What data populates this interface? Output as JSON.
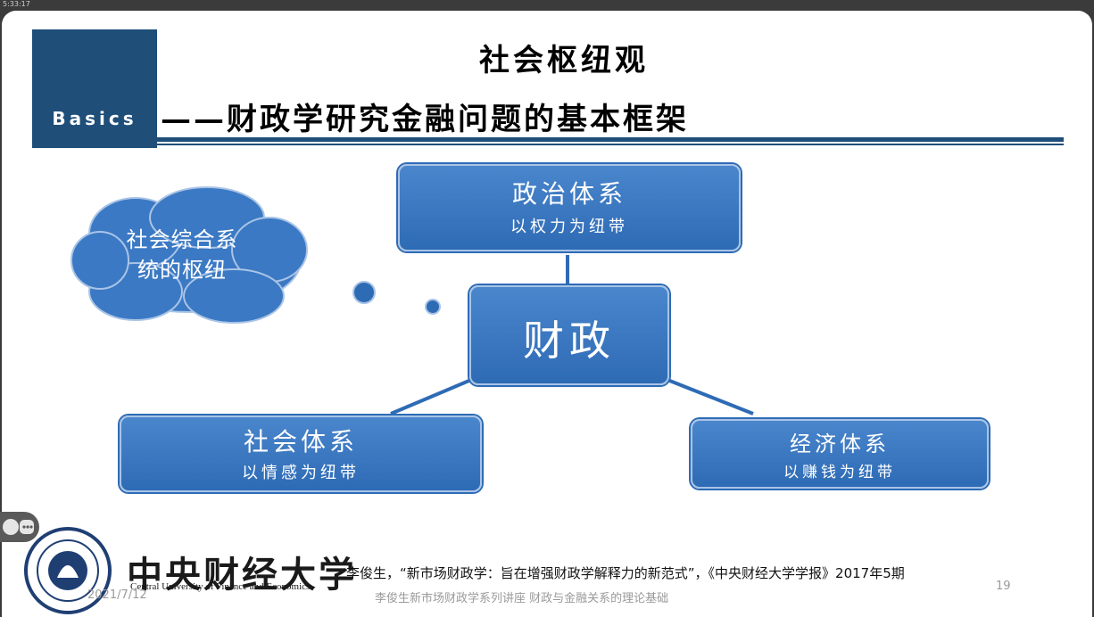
{
  "top_bar": {
    "label": "5:33:17"
  },
  "slide": {
    "basics_label": "Basics",
    "title_line1": "社会枢纽观",
    "title_line2": "——财政学研究金融问题的基本框架",
    "center": {
      "label": "财政"
    },
    "cloud": {
      "line1": "社会综合系",
      "line2": "统的枢纽"
    },
    "nodes": {
      "political": {
        "title": "政治体系",
        "subtitle": "以权力为纽带"
      },
      "social": {
        "title": "社会体系",
        "subtitle": "以情感为纽带"
      },
      "economic": {
        "title": "经济体系",
        "subtitle": "以赚钱为纽带"
      }
    },
    "logo": {
      "cn": "中央财经大学",
      "en": "Central University of Finance and Economics"
    },
    "citation": "李俊生，“新市场财政学：旨在增强财政学解释力的新范式”，《中央财经大学学报》2017年5期",
    "footer_text": "李俊生新市场财政学系列讲座  财政与金融关系的理论基础",
    "date": "2021/7/12",
    "page_number": "19"
  },
  "colors": {
    "brand_blue": "#1f4e79",
    "box_blue": "#2e6bb5"
  }
}
